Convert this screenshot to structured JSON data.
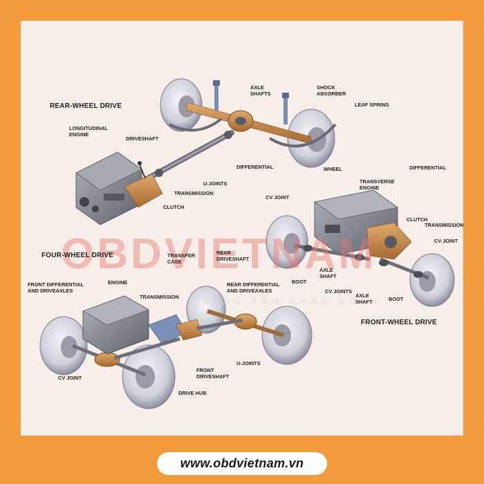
{
  "headings": {
    "rear": "REAR-WHEEL DRIVE",
    "four": "FOUR-WHEEL DRIVE",
    "front": "FRONT-WHEEL DRIVE"
  },
  "labels": {
    "axle_shafts": "AXLE\nSHAFTS",
    "shock_absorber": "SHOCK\nABSORBER",
    "leaf_spring": "LEAF SPRING",
    "longitudinal_engine": "LONGITUDINAL\nENGINE",
    "driveshaft": "DRIVESHAFT",
    "differential_rear": "DIFFERENTIAL",
    "wheel": "WHEEL",
    "u_joints_rear": "U-JOINTS",
    "transmission_rear": "TRANSMISSION",
    "clutch_rear": "CLUTCH",
    "differential_front": "DIFFERENTIAL",
    "transverse_engine": "TRANSVERSE\nENGINE",
    "cv_joint_front_left": "CV JOINT",
    "clutch_front": "CLUTCH",
    "transmission_front": "TRANSMISSION",
    "cv_joint_front_right": "CV JOINT",
    "axle_shaft_left": "AXLE\nSHAFT",
    "boot_left": "BOOT",
    "cv_joints_front": "CV JOINTS",
    "axle_shaft_right": "AXLE\nSHAFT",
    "boot_right": "BOOT",
    "transfer_case": "TRANSFER\nCASE",
    "rear_driveshaft": "REAR\nDRIVESHAFT",
    "front_diff_driveaxles": "FRONT DIFFERENTIAL\nAND DRIVEAXLES",
    "engine_4wd": "ENGINE",
    "transmission_4wd": "TRANSMISSION",
    "rear_diff_driveaxles": "REAR DIFFERENTIAL\nAND DRIVEAXLES",
    "front_driveshaft": "FRONT\nDRIVESHAFT",
    "u_joints_4wd": "U-JOINTS",
    "cv_joint_4wd": "CV JOINT",
    "drive_hub": "DRIVE HUB"
  },
  "watermark": {
    "brand": "OBDVIETNAM",
    "tagline": "NÂNG TẦM CHẨN ĐOÁN"
  },
  "footer": {
    "url": "www.obdvietnam.vn"
  },
  "colors": {
    "frame": "#f39a3c",
    "panel": "#f7eeea",
    "tire": "#e2e2ea",
    "tire_shade": "#8f8fa0",
    "metal": "#6e6e7a",
    "copper": "#c98a4a",
    "engine": "#8a8e96"
  }
}
